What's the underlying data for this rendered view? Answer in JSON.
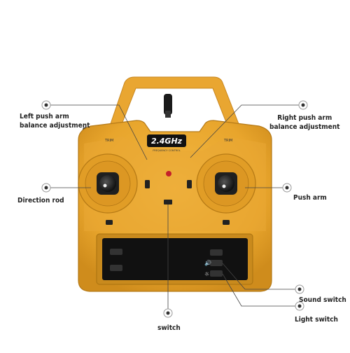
{
  "device": {
    "frequency_badge": "2.4GHz",
    "badge_subtext": "FREQUENCY CONTROL",
    "left_trim_text": "TRIM",
    "right_trim_text": "TRIM"
  },
  "callouts": {
    "left_push_arm": [
      "Left push arm",
      "balance adjustment"
    ],
    "right_push_arm": [
      "Right push arm",
      "balance adjustment"
    ],
    "direction_rod": "Direction rod",
    "push_arm": "Push arm",
    "sound_switch": "Sound switch",
    "light_switch": "Light switch",
    "switch": "switch"
  }
}
